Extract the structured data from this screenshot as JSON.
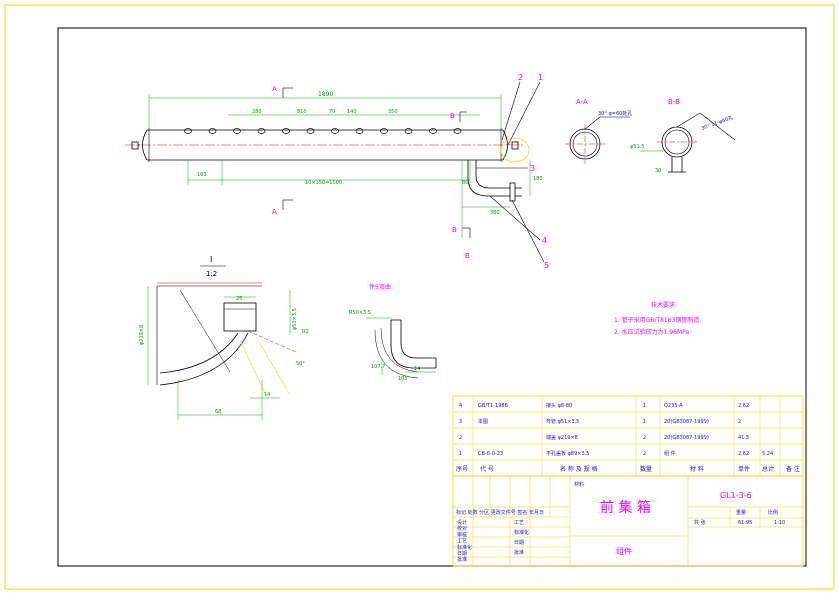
{
  "colors": {
    "frame": "#ffd400",
    "outline": "#000000",
    "dimension": "#00b000",
    "hidden": "#ff0000",
    "text_blue": "#1010ff",
    "text_magenta": "#ff00ff"
  },
  "main_view": {
    "overall_length": "1890",
    "segment_dims": [
      "280",
      "810",
      "70",
      "140",
      "350"
    ],
    "bottom_left_dim": "160",
    "bottom_long_dim": "10×150=1500",
    "right_small_dim": "80",
    "right_vertical_dim": "180",
    "pipe_bottom_dim": "380",
    "section_letter_a": "A",
    "section_letter_b": "B",
    "leaders": [
      "1",
      "2",
      "3",
      "4",
      "5"
    ]
  },
  "section_aa": {
    "title": "A-A",
    "note": "30° φ=60处孔"
  },
  "section_bb": {
    "title": "B-B",
    "note": "30° 11-φ60孔",
    "dia_label": "φ51.5",
    "dim_small": "30"
  },
  "detail_i": {
    "label": "I",
    "scale": "1:2",
    "dim_vertical": "φ219×8",
    "dim_small": "25",
    "dim_right": "φ51×3.5",
    "dim_r": "R2",
    "angle": "50°",
    "dim_bottom": "68",
    "dim_bottom_small": "14"
  },
  "part_detail": {
    "title": "件5弯曲",
    "dim_top": "R50×3.5",
    "dim_left": "107.7",
    "dim_right": "14",
    "dim_bottom": "105"
  },
  "tech_requirements": {
    "title": "技术要求",
    "items": [
      "1. 管子采用GB/T8163钢管制造.",
      "2. 水压试验压力为1.96MPa."
    ]
  },
  "bom": {
    "rows": [
      [
        "4",
        "GB/T1-1986",
        "接头 φ8-80",
        "1",
        "Q235-A",
        "",
        "2.62",
        ""
      ],
      [
        "3",
        "本图",
        "弯管 φ51×3.5",
        "1",
        "20(GB3087-1999)",
        "",
        "2",
        ""
      ],
      [
        "2",
        "",
        "端盖 φ219×8",
        "2",
        "20(GB3087-1999)",
        "",
        "41.5",
        ""
      ],
      [
        "1",
        "CB-6-0-23",
        "平孔盖板 φ89×3.5",
        "2",
        "组 件",
        "",
        "2.62",
        "5.24"
      ]
    ],
    "header": [
      "序号",
      "代 号",
      "名 称 及 规 格",
      "数量",
      "材 料",
      "",
      "单件",
      "总计",
      "备 注"
    ]
  },
  "title_block": {
    "drawing_title": "前 集 箱",
    "drawing_no": "GL1-3-6",
    "category": "组件",
    "material_label": "材料",
    "scale_label": "比例",
    "weight_label": "重量",
    "sheet_label": "共 张",
    "weight_value": "61.95",
    "scale_value": "1:10",
    "roles": [
      "设计",
      "校对",
      "审核",
      "工艺",
      "标准化",
      "日期",
      "批准"
    ],
    "role_values": [
      "工艺",
      "标准化",
      "日期",
      "批准"
    ],
    "misc": "标记 处数 分区 更改文件号 签名 年月日"
  }
}
